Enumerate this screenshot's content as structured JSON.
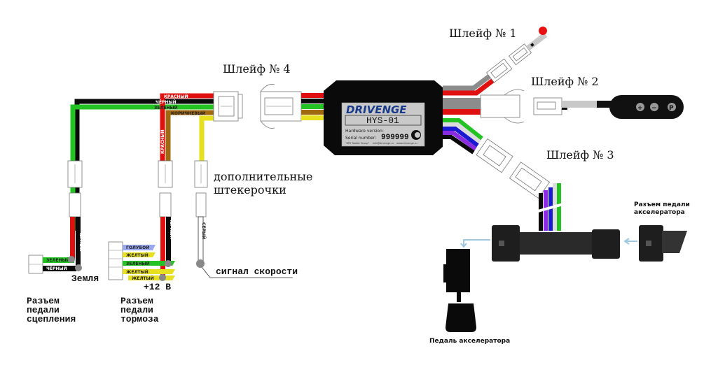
{
  "labels": {
    "loom1": "Шлейф № 1",
    "loom2": "Шлейф № 2",
    "loom3": "Шлейф № 3",
    "loom4": "Шлейф № 4",
    "extra_plugs_line1": "дополнительные",
    "extra_plugs_line2": "штекерочки",
    "speed_signal": "сигнал  скорости",
    "ground": "Земля",
    "plus12v": "+12 В",
    "clutch_connector": [
      "Разъем",
      "педали",
      "сцепления"
    ],
    "brake_connector": [
      "Разъем",
      "педали",
      "тормоза"
    ],
    "accel_pedal_connector": [
      "Разъем педали",
      "акселератора"
    ],
    "accel_pedal": "Педаль акселератора"
  },
  "module": {
    "brand": "DRIVENGE",
    "model": "HYS-01",
    "hardware_version_label": "Hardware version:",
    "serial_label": "Serial number:",
    "serial_value": "999999",
    "footer_company": "\"KPS Toolbit Group\"",
    "footer_email": "info@drivenge.ru",
    "footer_site": "www.drivenge.ru",
    "cert_mark": "Cтр"
  },
  "wire_tags": {
    "red": "КРАСНЫЙ",
    "black": "ЧЁРНЫЙ",
    "green": "ЗЕЛЕНЫЙ",
    "brown": "КОРИЧНЕВЫЙ",
    "red_vertical": "КРАСНЫЙ",
    "black_clutch": "ЧЁРНЫЙ",
    "black_brake": "ЧЁРНЫЙ",
    "gray_speed": "СЕРЫЙ",
    "clutch_green": "ЗЕЛЕНЫЙ",
    "clutch_black": "ЧЁРНЫЙ",
    "brake_blue": "ГОЛУБОЙ",
    "brake_yellow1": "ЖЕЛТЫЙ",
    "brake_green": "ЗЕЛЕНЫЙ",
    "brake_yellow2": "ЖЕЛТЫЙ",
    "brake_yellow3": "ЖЕЛТЫЙ"
  },
  "button_symbols": [
    "+",
    "−",
    "P"
  ],
  "colors": {
    "red": "#e01010",
    "black": "#0a0a0a",
    "green": "#22c322",
    "brown": "#a0680f",
    "yellow": "#e6e020",
    "gray": "#8c8c8c",
    "light_gray": "#c8c8c8",
    "blue": "#1a1ad0",
    "violet": "#8a2be2",
    "light_blue": "#9aa8f0",
    "node": "#888888",
    "arrow": "#9cc8e0"
  }
}
